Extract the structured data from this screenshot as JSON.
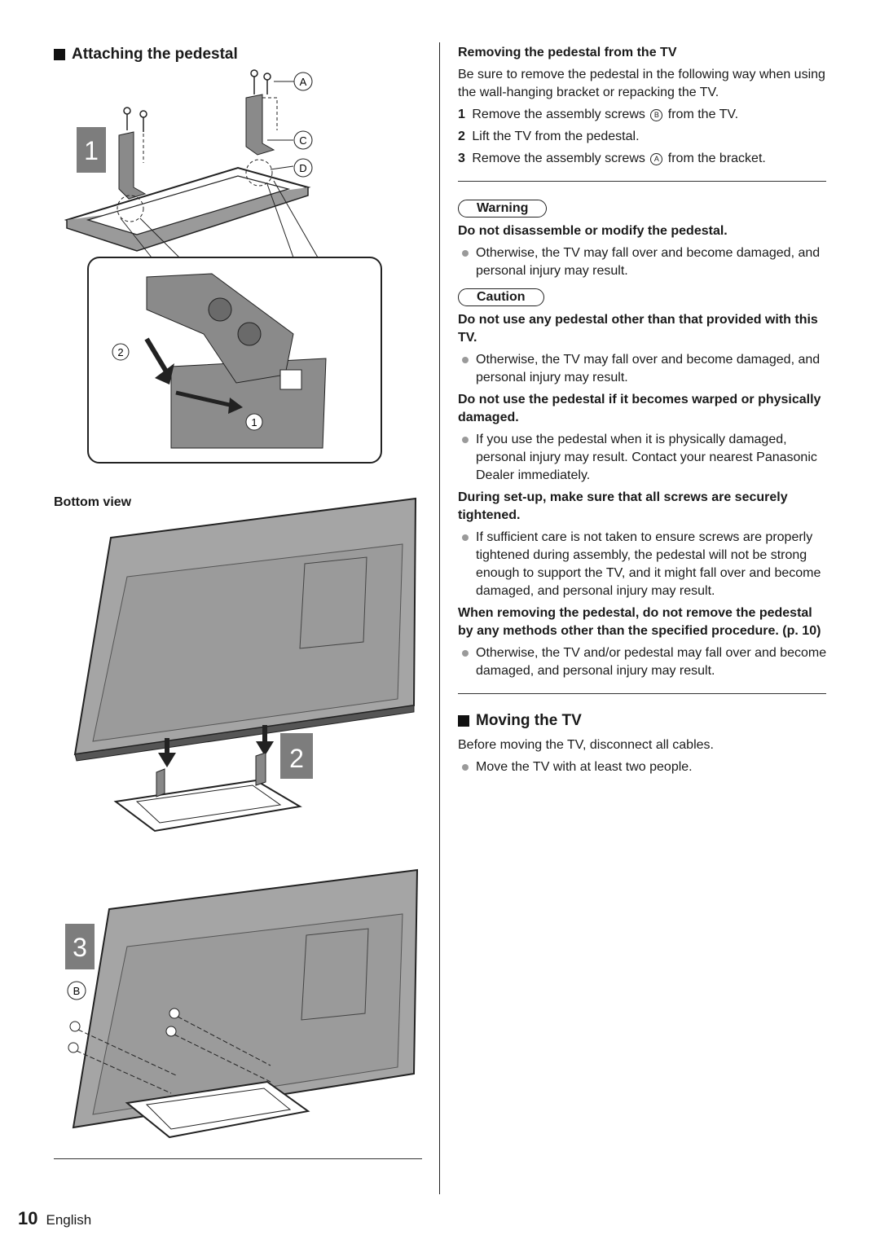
{
  "left": {
    "title": "Attaching the pedestal",
    "bottom_view_label": "Bottom view",
    "figure": {
      "labels": {
        "a": "A",
        "b": "B",
        "c": "C",
        "d": "D"
      },
      "steps": [
        "1",
        "2",
        "3"
      ],
      "inset_markers": [
        "2",
        "1"
      ]
    }
  },
  "right": {
    "removing": {
      "heading": "Removing the pedestal from the TV",
      "intro": "Be sure to remove the pedestal in the following way when using the wall-hanging bracket or repacking the TV.",
      "steps": [
        {
          "num": "1",
          "pre": "Remove the assembly screws",
          "mark": "B",
          "post": "from the TV."
        },
        {
          "num": "2",
          "pre": "Lift the TV from the pedestal.",
          "mark": "",
          "post": ""
        },
        {
          "num": "3",
          "pre": "Remove the assembly screws",
          "mark": "A",
          "post": "from the bracket."
        }
      ]
    },
    "warning": {
      "label": "Warning",
      "heading": "Do not disassemble or modify the pedestal.",
      "bullet": "Otherwise, the TV may fall over and become damaged, and personal injury may result."
    },
    "caution": {
      "label": "Caution",
      "items": [
        {
          "heading": "Do not use any pedestal other than that provided with this TV.",
          "bullet": "Otherwise, the TV may fall over and become damaged, and personal injury may result."
        },
        {
          "heading": "Do not use the pedestal if it becomes warped or physically damaged.",
          "bullet": "If you use the pedestal when it is physically damaged, personal injury may result. Contact your nearest Panasonic Dealer immediately."
        },
        {
          "heading": "During set-up, make sure that all screws are securely tightened.",
          "bullet": "If sufficient care is not taken to ensure screws are properly tightened during assembly, the pedestal will not be strong enough to support the TV, and it might fall over and become damaged, and personal injury may result."
        },
        {
          "heading": "When removing the pedestal, do not remove the pedestal by any methods other than the specified procedure. (p. 10)",
          "bullet": "Otherwise, the TV and/or pedestal may fall over and become damaged, and personal injury may result."
        }
      ]
    },
    "moving": {
      "title": "Moving the TV",
      "intro": "Before moving the TV, disconnect all cables.",
      "bullet": "Move the TV with at least two people."
    }
  },
  "footer": {
    "page_number": "10",
    "language": "English"
  }
}
